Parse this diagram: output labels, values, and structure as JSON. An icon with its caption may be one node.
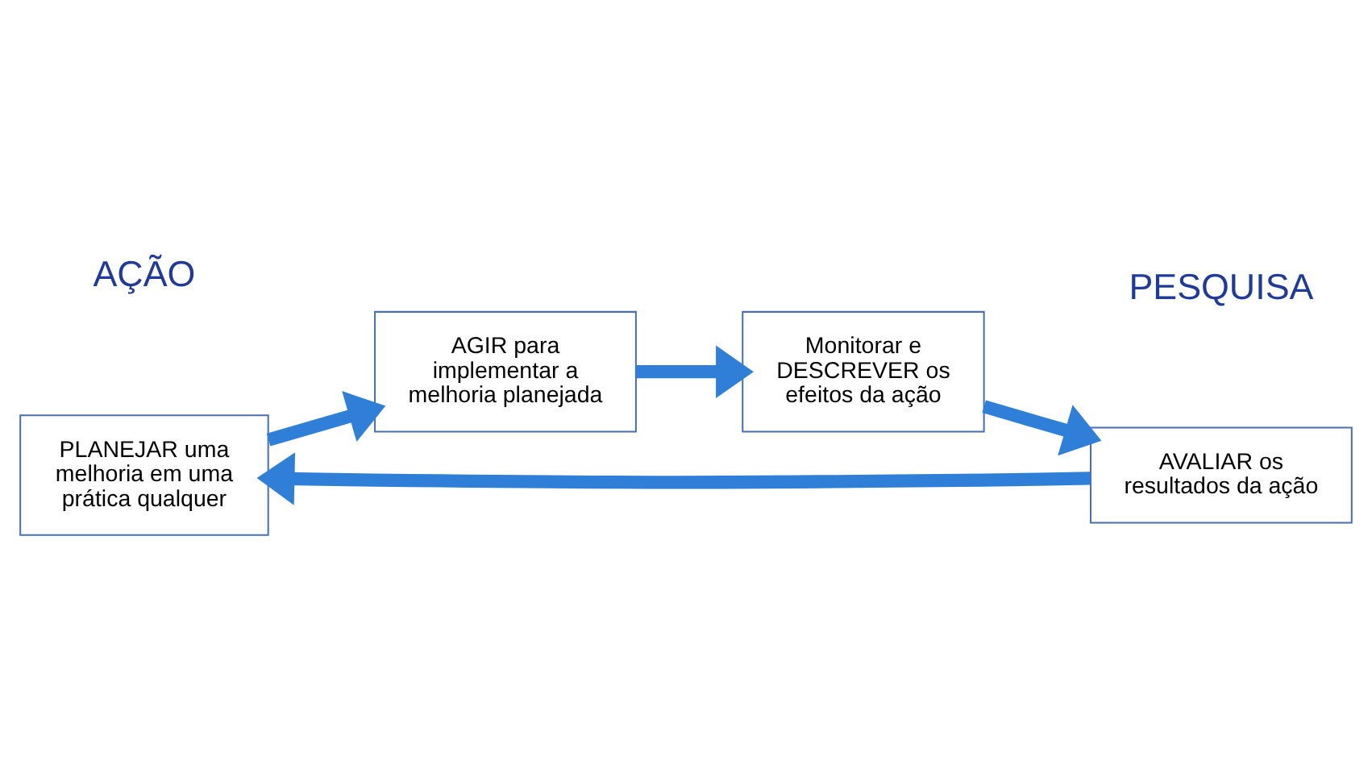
{
  "diagram": {
    "nodes": [
      {
        "text": [
          "PLANEJAR uma melhoria em uma prática qualquer"
        ]
      },
      {
        "text": [
          "AGIR para implementar a melhoria planejada"
        ]
      },
      {
        "text": [
          "Monitorar e DESCREVER os efeitos da ação"
        ]
      },
      {
        "text": [
          "AVALIAR os resultados da ação"
        ]
      }
    ],
    "edges": [
      {
        "from": 0,
        "to": 1,
        "arrow": "to"
      },
      {
        "from": 1,
        "to": 2,
        "arrow": "to"
      },
      {
        "from": 2,
        "to": 3,
        "arrow": "to"
      },
      {
        "from": 3,
        "to": 0,
        "arrow": "to"
      }
    ],
    "labels": [
      "AÇÃO",
      "PESQUISA"
    ]
  }
}
